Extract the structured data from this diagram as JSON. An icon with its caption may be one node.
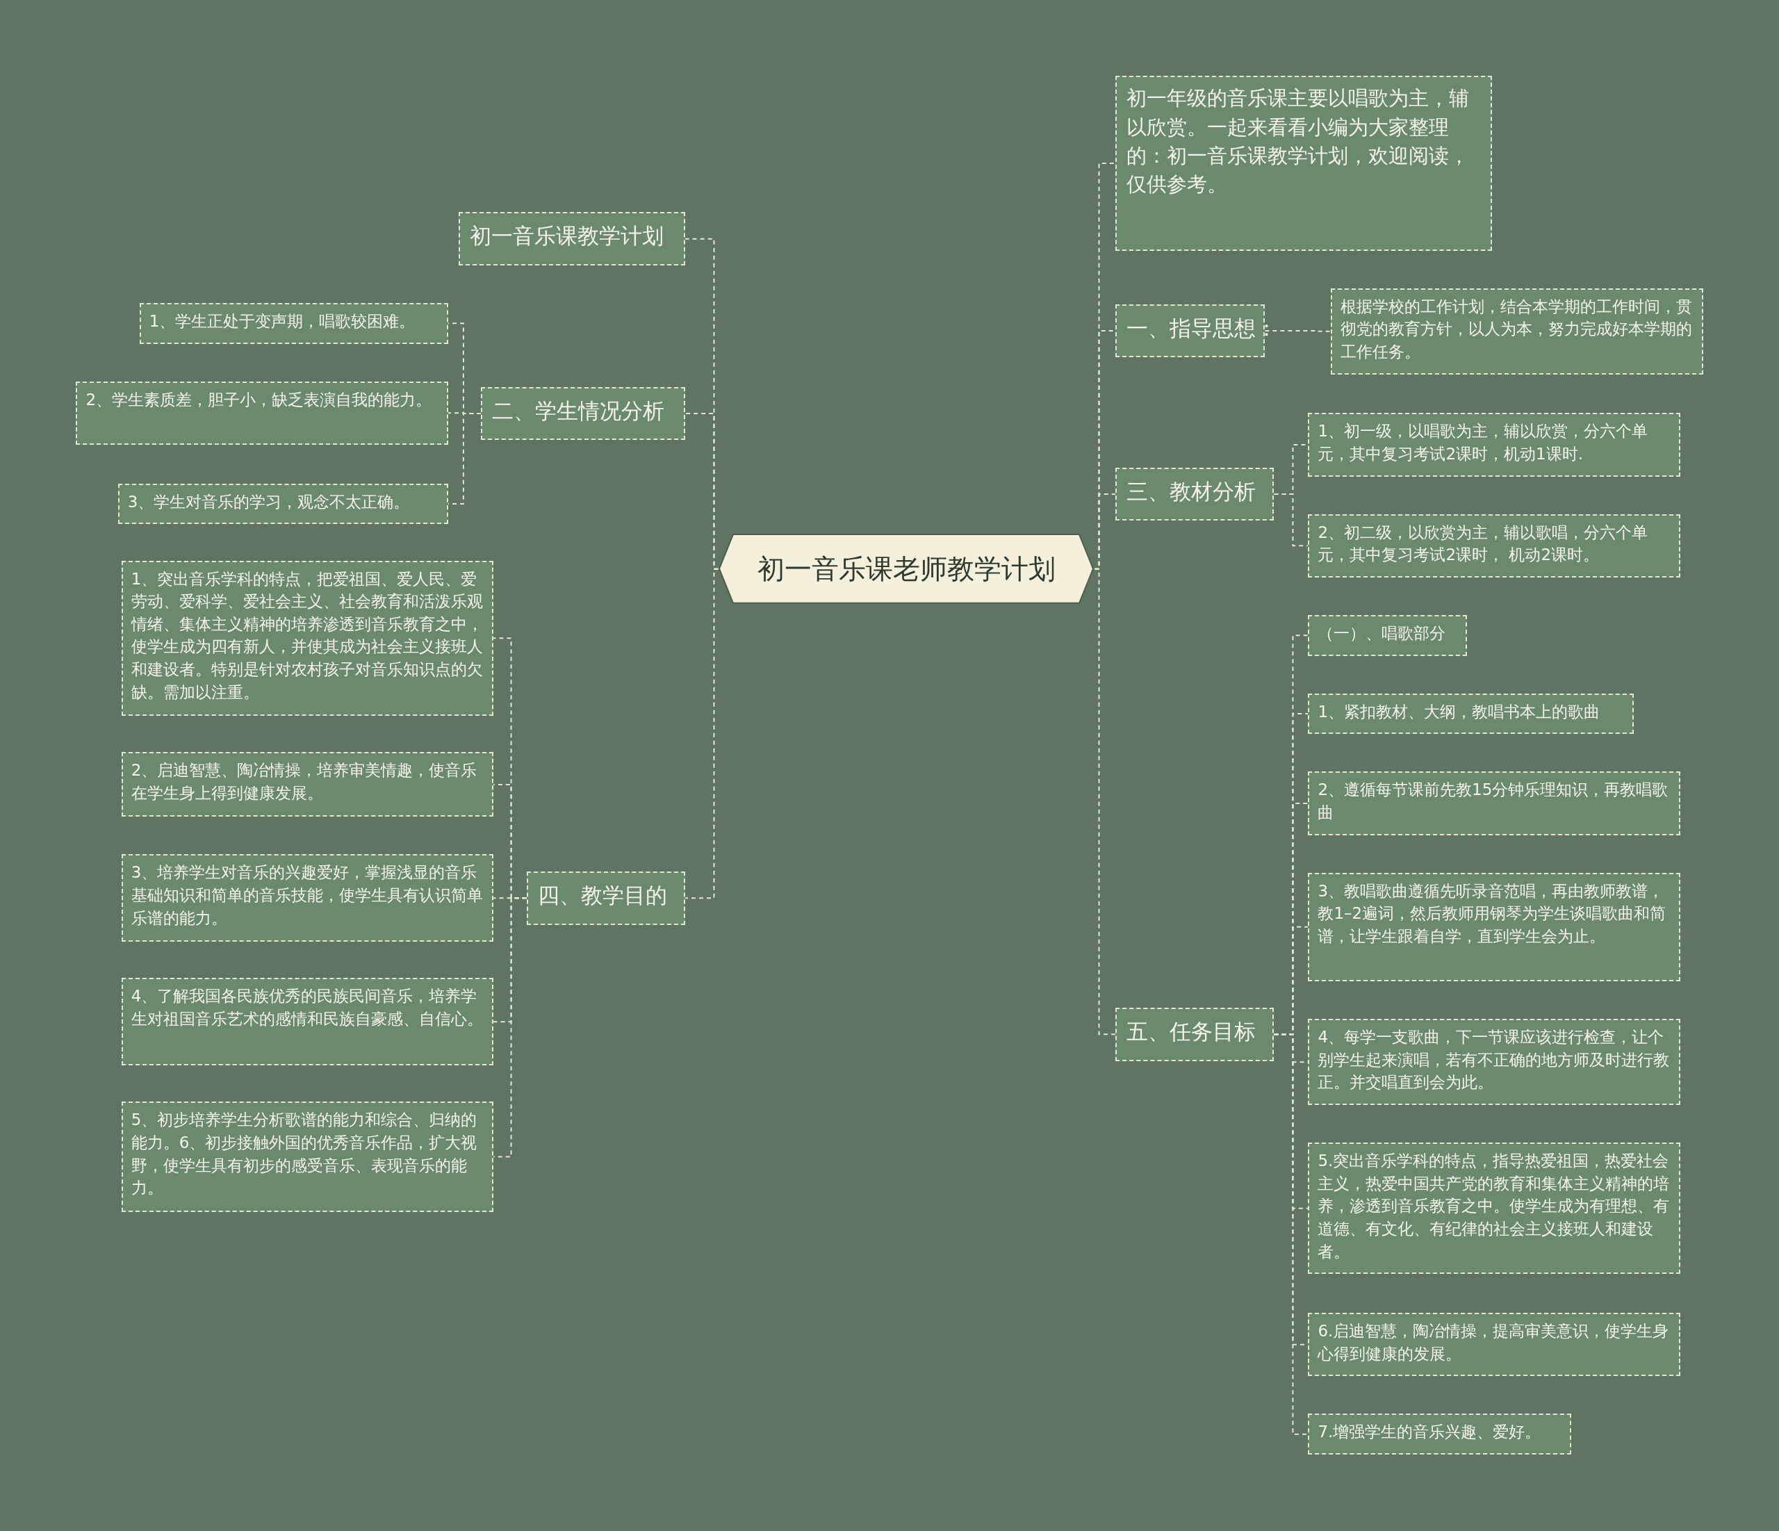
{
  "diagram": {
    "nodes": [
      {
        "text": [
          "初一音乐课老师教学计划"
        ]
      },
      {
        "text": [
          "初一音乐课教学计划"
        ]
      },
      {
        "text": [
          "二、学生情况分析"
        ]
      },
      {
        "text": [
          "1、学生正处于变声期，唱歌较困难。"
        ]
      },
      {
        "text": [
          "2、学生素质差，胆子小，缺乏表演自我的能力。"
        ]
      },
      {
        "text": [
          "3、学生对音乐的学习，观念不太正确。"
        ]
      },
      {
        "text": [
          "四、教学目的"
        ]
      },
      {
        "text": [
          "1、突出音乐学科的特点，把爱祖国、爱人民、爱劳动、爱科学、爱社会主义、社会教育和活泼乐观情绪、集体主义精神的培养渗透到音乐教育之中，使学生成为四有新人，并使其成为社会主义接班人和建设者。特别是针对农村孩子对音乐知识点的欠缺。需加以注重。"
        ]
      },
      {
        "text": [
          "2、启迪智慧、陶冶情操，培养审美情趣，使音乐在学生身上得到健康发展。"
        ]
      },
      {
        "text": [
          "3、培养学生对音乐的兴趣爱好，掌握浅显的音乐基础知识和简单的音乐技能，使学生具有认识简单乐谱的能力。"
        ]
      },
      {
        "text": [
          "4、了解我国各民族优秀的民族民间音乐，培养学生对祖国音乐艺术的感情和民族自豪感、自信心。"
        ]
      },
      {
        "text": [
          "5、初步培养学生分析歌谱的能力和综合、归纳的能力。6、初步接触外国的优秀音乐作品，扩大视野，使学生具有初步的感受音乐、表现音乐的能力。"
        ]
      },
      {
        "text": [
          "初一年级的音乐课主要以唱歌为主，辅以欣赏。一起来看看小编为大家整理的：初一音乐课教学计划，欢迎阅读，仅供参考。"
        ]
      },
      {
        "text": [
          "一、指导思想："
        ]
      },
      {
        "text": [
          "根据学校的工作计划，结合本学期的工作时间，贯彻党的教育方针，以人为本，努力完成好本学期的工作任务。"
        ]
      },
      {
        "text": [
          "三、教材分析"
        ]
      },
      {
        "text": [
          "1、初一级，以唱歌为主，辅以欣赏，分六个单元，其中复习考试2课时，机动1课时."
        ]
      },
      {
        "text": [
          "2、初二级，以欣赏为主，辅以歌唱，分六个单元，其中复习考试2课时， 机动2课时。"
        ]
      },
      {
        "text": [
          "五、任务目标"
        ]
      },
      {
        "text": [
          "（一）、唱歌部分"
        ]
      },
      {
        "text": [
          "1、紧扣教材、大纲，教唱书本上的歌曲"
        ]
      },
      {
        "text": [
          "2、遵循每节课前先教15分钟乐理知识，再教唱歌曲"
        ]
      },
      {
        "text": [
          "3、教唱歌曲遵循先听录音范唱，再由教师教谱，教1–2遍词，然后教师用钢琴为学生谈唱歌曲和简谱，让学生跟着自学，直到学生会为止。"
        ]
      },
      {
        "text": [
          "4、每学一支歌曲，下一节课应该进行检查，让个别学生起来演唱，若有不正确的地方师及时进行教正。并交唱直到会为此。"
        ]
      },
      {
        "text": [
          "5.突出音乐学科的特点，指导热爱祖国，热爱社会主义，热爱中国共产党的教育和集体主义精神的培养，渗透到音乐教育之中。使学生成为有理想、有道德、有文化、有纪律的社会主义接班人和建设者。"
        ]
      },
      {
        "text": [
          "6.启迪智慧，陶冶情操，提高审美意识，使学生身心得到健康的发展。"
        ]
      },
      {
        "text": [
          "7.增强学生的音乐兴趣、爱好。"
        ]
      }
    ],
    "edges": [
      {
        "from": 0,
        "to": 1,
        "arrow": "none"
      },
      {
        "from": 0,
        "to": 2,
        "arrow": "none"
      },
      {
        "from": 2,
        "to": 3,
        "arrow": "none"
      },
      {
        "from": 2,
        "to": 4,
        "arrow": "none"
      },
      {
        "from": 2,
        "to": 5,
        "arrow": "none"
      },
      {
        "from": 0,
        "to": 6,
        "arrow": "none"
      },
      {
        "from": 6,
        "to": 7,
        "arrow": "none"
      },
      {
        "from": 6,
        "to": 8,
        "arrow": "none"
      },
      {
        "from": 6,
        "to": 9,
        "arrow": "none"
      },
      {
        "from": 6,
        "to": 10,
        "arrow": "none"
      },
      {
        "from": 6,
        "to": 11,
        "arrow": "none"
      },
      {
        "from": 0,
        "to": 12,
        "arrow": "none"
      },
      {
        "from": 0,
        "to": 13,
        "arrow": "none"
      },
      {
        "from": 13,
        "to": 14,
        "arrow": "none"
      },
      {
        "from": 0,
        "to": 15,
        "arrow": "none"
      },
      {
        "from": 15,
        "to": 16,
        "arrow": "none"
      },
      {
        "from": 15,
        "to": 17,
        "arrow": "none"
      },
      {
        "from": 0,
        "to": 18,
        "arrow": "none"
      },
      {
        "from": 18,
        "to": 19,
        "arrow": "none"
      },
      {
        "from": 18,
        "to": 20,
        "arrow": "none"
      },
      {
        "from": 18,
        "to": 21,
        "arrow": "none"
      },
      {
        "from": 18,
        "to": 22,
        "arrow": "none"
      },
      {
        "from": 18,
        "to": 23,
        "arrow": "none"
      },
      {
        "from": 18,
        "to": 24,
        "arrow": "none"
      },
      {
        "from": 18,
        "to": 25,
        "arrow": "none"
      },
      {
        "from": 18,
        "to": 26,
        "arrow": "none"
      }
    ]
  }
}
